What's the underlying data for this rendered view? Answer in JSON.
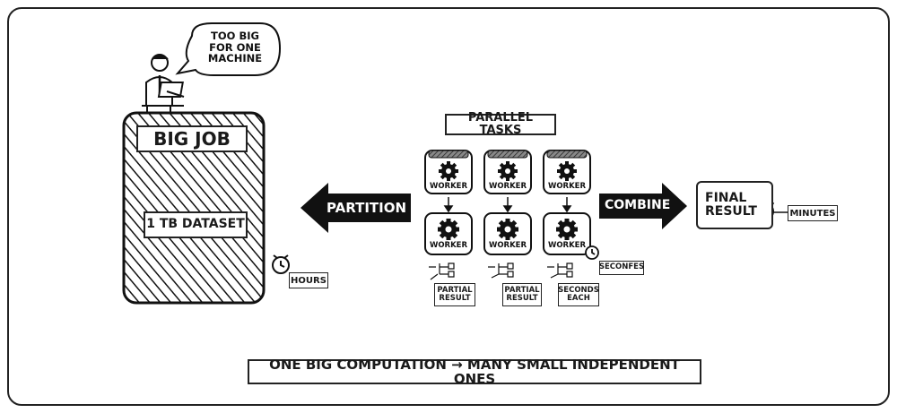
{
  "speech": {
    "text": "TOO BIG\nFOR ONE\nMACHINE"
  },
  "big_job": {
    "title": "BIG JOB",
    "dataset": "1 TB DATASET"
  },
  "hours_label": "HOURS",
  "partition_label": "PARTITION",
  "combine_label": "COMBINE",
  "parallel_title": "PARALLEL TASKS",
  "worker_label": "WORKER",
  "workers_top": [
    "WORKER",
    "WORKER",
    "WORKER"
  ],
  "workers_bottom": [
    "WORKER",
    "WORKER",
    "WORKER"
  ],
  "notes": [
    "PARTIAL\nRESULT",
    "PARTIAL\nRESULT",
    "SECONDS\nEACH"
  ],
  "seconds_label": "SECONFES",
  "final": {
    "text": "FINAL\nRESULT",
    "badge": "MINUTES"
  },
  "caption": "ONE BIG COMPUTATION → MANY SMALL INDEPENDENT ONES"
}
